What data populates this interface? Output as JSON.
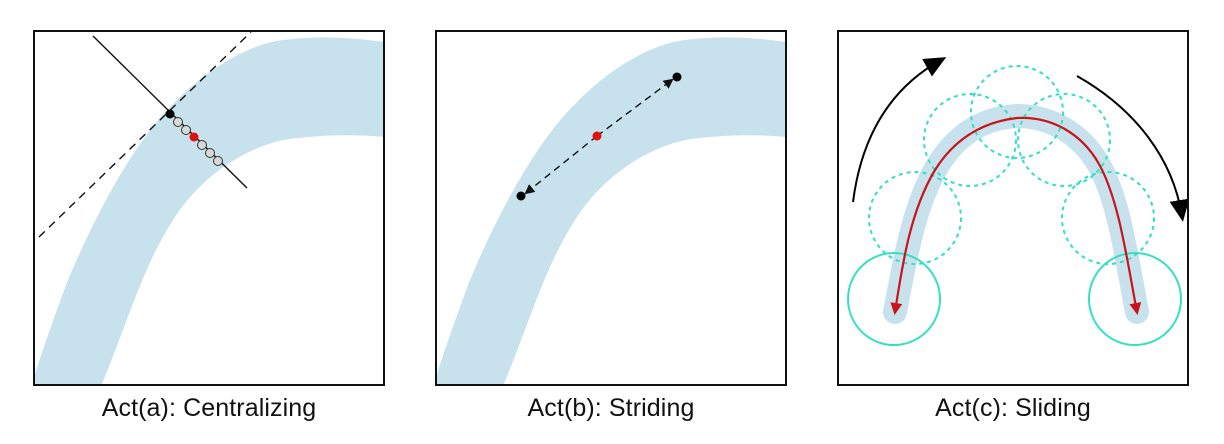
{
  "colors": {
    "vessel": "#c7e2ec",
    "frame": "#111111",
    "point_black": "#000000",
    "point_red": "#e01010",
    "point_empty": "#d8d8d8",
    "circle_cyan": "#33e0c4",
    "path_red": "#c8141a"
  },
  "panels": [
    {
      "caption": "Act(a): Centralizing"
    },
    {
      "caption": "Act(b): Striding"
    },
    {
      "caption": "Act(c): Sliding"
    }
  ]
}
